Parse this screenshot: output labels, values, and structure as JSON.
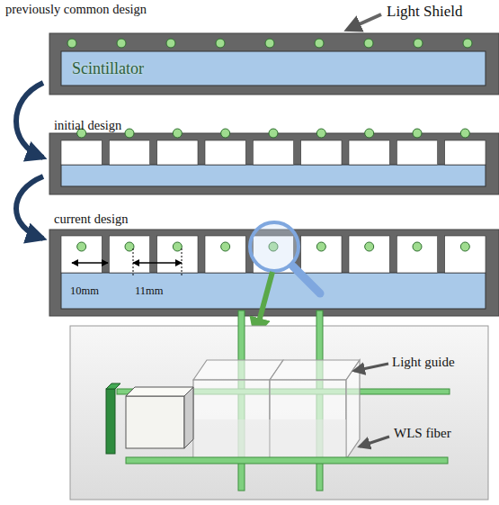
{
  "diagram": {
    "nodes": [
      {
        "text": [
          "Scintillator"
        ]
      }
    ],
    "labels": [
      "previously common design",
      "Light Shield",
      "initial design",
      "current design",
      "10mm",
      "11mm",
      "Light guide",
      "WLS fiber"
    ]
  }
}
